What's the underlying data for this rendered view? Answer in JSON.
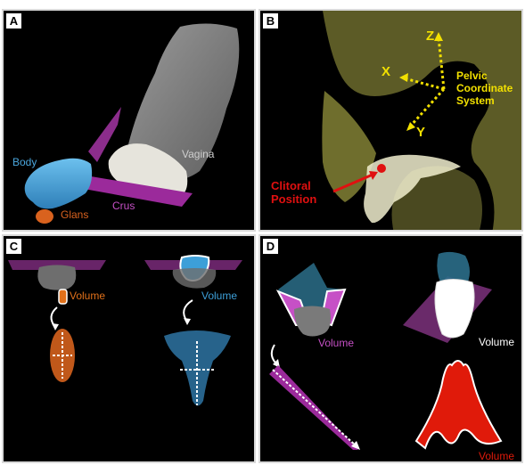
{
  "panels": {
    "a": {
      "letter": "A",
      "labels": {
        "vagina": "Vagina",
        "body": "Body",
        "crus": "Crus",
        "glans": "Glans"
      }
    },
    "b": {
      "letter": "B",
      "axes": {
        "z": "Z",
        "x": "X",
        "y": "Y"
      },
      "coord_label": [
        "Pelvic",
        "Coordinate",
        "System"
      ],
      "position_label": [
        "Clitoral",
        "Position"
      ]
    },
    "c": {
      "letter": "C",
      "volume_left": "Volume",
      "volume_right": "Volume"
    },
    "d": {
      "letter": "D",
      "volume_pink": "Volume",
      "volume_white": "Volume",
      "volume_red": "Volume"
    }
  },
  "colors": {
    "border": "#d9d9d9",
    "body": "#4aa6dd",
    "crus": "#9b2a9b",
    "glans": "#d9621e",
    "vagina": "#7a7a7a",
    "pelvis": "#6b6a2a",
    "axes": "#f2e000",
    "position": "#e01010",
    "volume_orange": "#e0701a",
    "volume_blue": "#3d9fd8",
    "volume_pink": "#c650c6",
    "volume_white": "#ffffff",
    "volume_red": "#e01a0a"
  }
}
